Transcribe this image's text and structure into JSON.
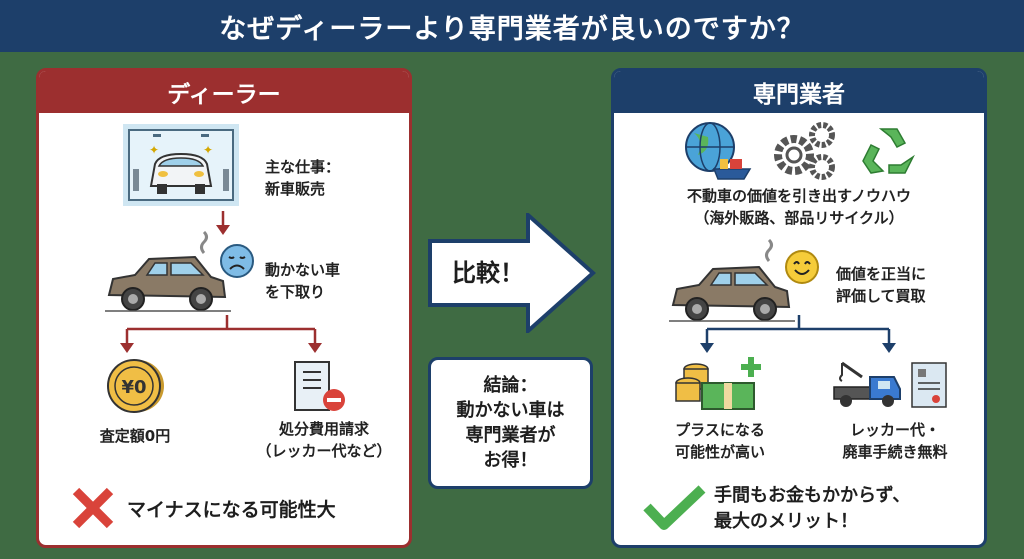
{
  "header": {
    "title": "なぜディーラーより専門業者が良いのですか？"
  },
  "dealer": {
    "title": "ディーラー",
    "job_line1": "主な仕事：",
    "job_line2": "新車販売",
    "trade_line1": "動かない車",
    "trade_line2": "を下取り",
    "coin_label": "¥0",
    "result1": "査定額0円",
    "result2_line1": "処分費用請求",
    "result2_line2": "（レッカー代など）",
    "verdict": "マイナスになる可能性大",
    "accent": "#9c2f2f"
  },
  "middle": {
    "arrow_label": "比較！",
    "conclusion": [
      "結論：",
      "動かない車は",
      "専門業者が",
      "お得！"
    ]
  },
  "specialist": {
    "title": "専門業者",
    "knowhow_line1": "不動車の価値を引き出すノウハウ",
    "knowhow_line2": "（海外販路、部品リサイクル）",
    "eval_line1": "価値を正当に",
    "eval_line2": "評価して買取",
    "result1_line1": "プラスになる",
    "result1_line2": "可能性が高い",
    "result2_line1": "レッカー代・",
    "result2_line2": "廃車手続き無料",
    "verdict_line1": "手間もお金もかからず、",
    "verdict_line2": "最大のメリット！",
    "accent": "#1d3f6a"
  }
}
